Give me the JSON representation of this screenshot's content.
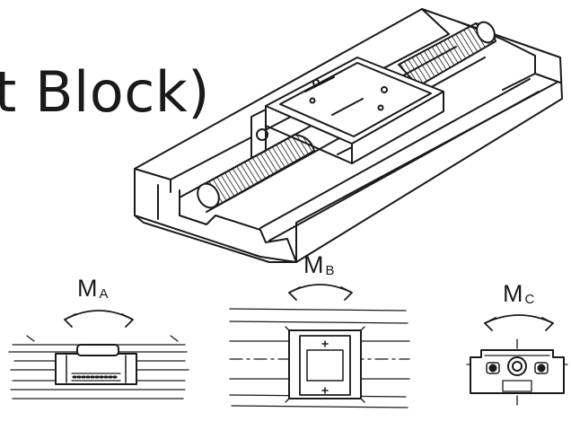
{
  "title": "t Block)",
  "moments": [
    {
      "symbol": "M",
      "subscript": "A"
    },
    {
      "symbol": "M",
      "subscript": "B"
    },
    {
      "symbol": "M",
      "subscript": "C"
    }
  ]
}
